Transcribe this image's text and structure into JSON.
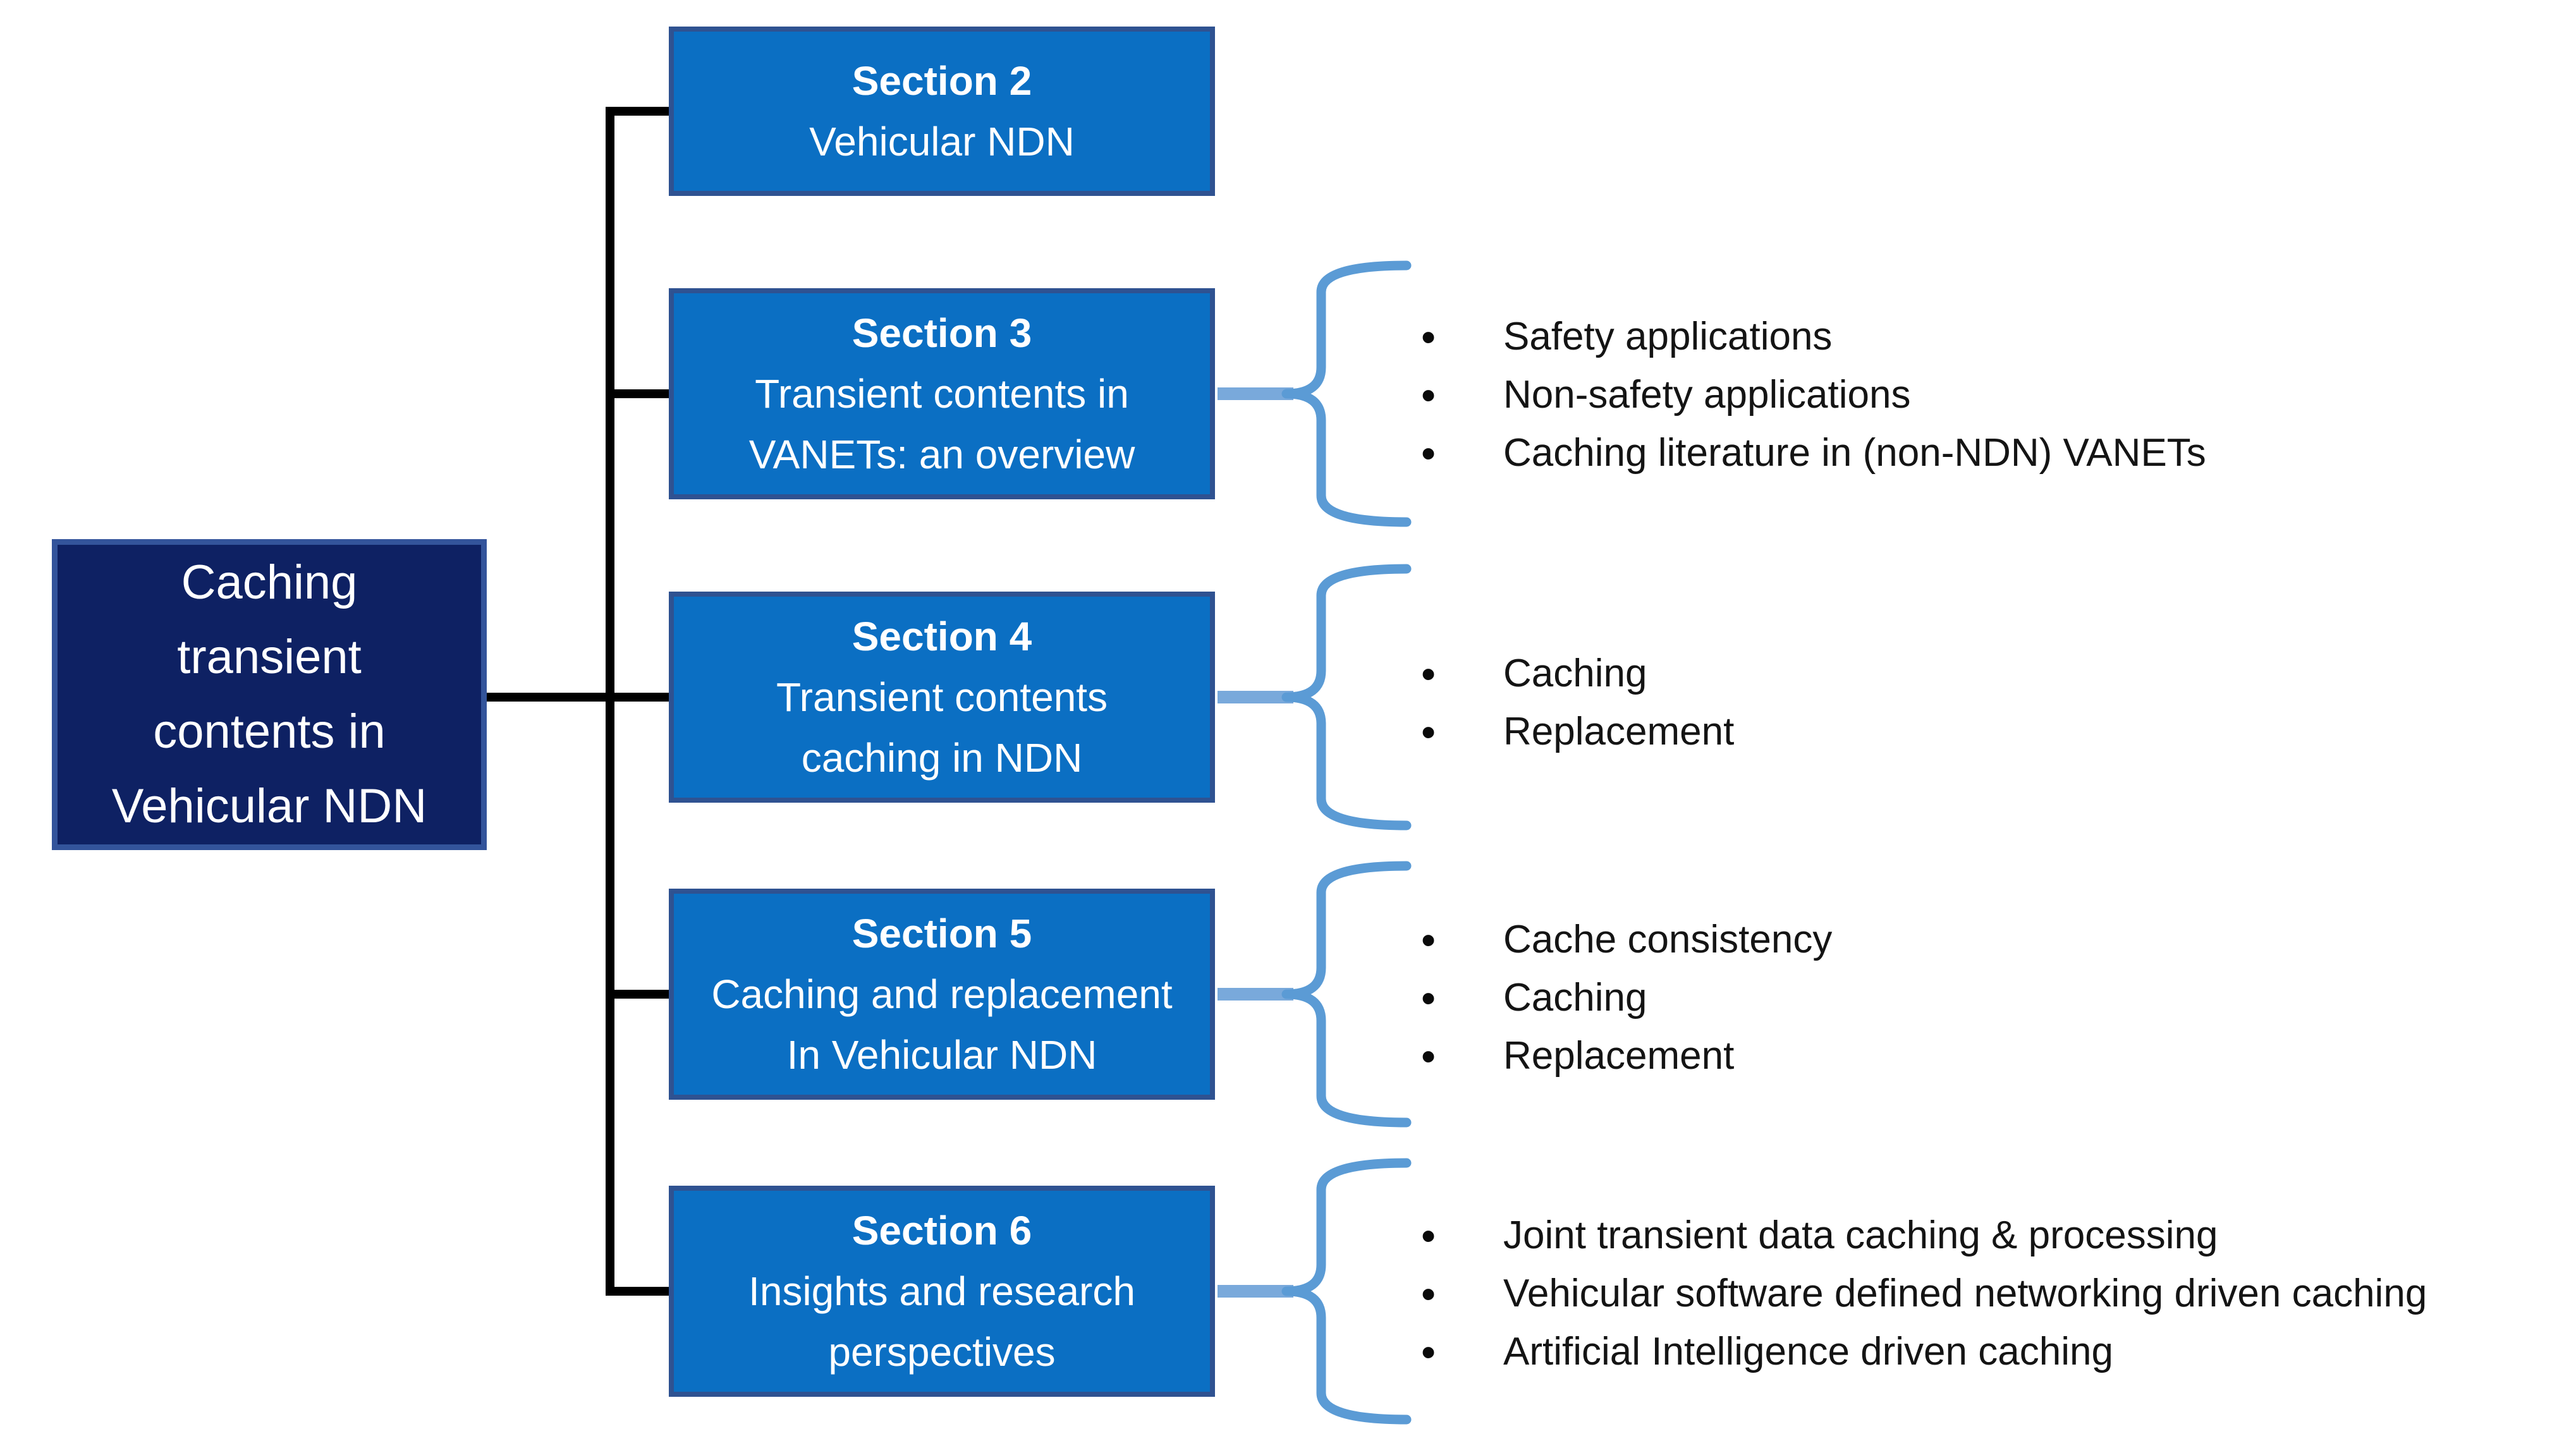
{
  "diagram": {
    "root": {
      "lines": [
        "Caching",
        "transient",
        "contents in",
        "Vehicular NDN"
      ]
    },
    "sections": [
      {
        "heading": "Section 2",
        "lines": [
          "Vehicular NDN"
        ],
        "bullets": []
      },
      {
        "heading": "Section 3",
        "lines": [
          "Transient contents in",
          "VANETs: an overview"
        ],
        "bullets": [
          "Safety applications",
          "Non-safety applications",
          "Caching literature in (non-NDN) VANETs"
        ]
      },
      {
        "heading": "Section 4",
        "lines": [
          "Transient contents",
          "caching in NDN"
        ],
        "bullets": [
          "Caching",
          "Replacement"
        ]
      },
      {
        "heading": "Section 5",
        "lines": [
          "Caching and replacement",
          "In Vehicular NDN"
        ],
        "bullets": [
          "Cache consistency",
          "Caching",
          "Replacement"
        ]
      },
      {
        "heading": "Section 6",
        "lines": [
          "Insights and research",
          "perspectives"
        ],
        "bullets": [
          "Joint transient data caching & processing",
          "Vehicular software defined networking driven caching",
          "Artificial Intelligence driven caching"
        ]
      }
    ],
    "colors": {
      "section_box_fill": "#0b6fc3",
      "section_box_border": "#2f5291",
      "root_box_fill": "#0e2163",
      "root_box_border": "#33549b",
      "connector_black": "#000000",
      "brace_blue": "#5b9bd5",
      "stub_blue": "#79a9db",
      "text_on_blue": "#ffffff",
      "bullet_text": "#141414"
    }
  }
}
